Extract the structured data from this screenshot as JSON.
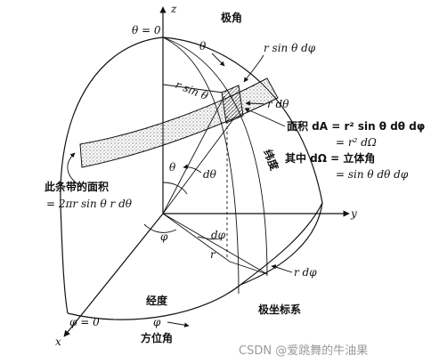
{
  "axes": {
    "z": "z",
    "y": "y",
    "x": "x"
  },
  "labels": {
    "theta_zero": "θ = 0",
    "phi_zero": "φ = 0",
    "polar_angle_cn": "极角",
    "theta_top": "θ",
    "r_sin_theta_dphi": "r sin θ dφ",
    "r_sin_theta": "r sin θ",
    "r_dtheta": "r dθ",
    "area_line1": "面积 dA = r² sin θ dθ dφ",
    "area_line2": "= r² dΩ",
    "solid_line1": "其中 dΩ = 立体角",
    "solid_line2": "= sin θ dθ dφ",
    "latitude_cn": "纬度",
    "theta_mid": "θ",
    "dtheta": "dθ",
    "strip_line1": "此条带的面积",
    "strip_line2": "= 2πr sin θ r dθ",
    "phi_mid": "φ",
    "dphi": "dφ",
    "r": "r",
    "r_dphi": "r dφ",
    "longitude_cn": "经度",
    "coords_cn": "极坐标系",
    "phi_bottom": "φ",
    "azimuth_cn": "方位角"
  },
  "watermark": "CSDN @爱跳舞的牛油果"
}
